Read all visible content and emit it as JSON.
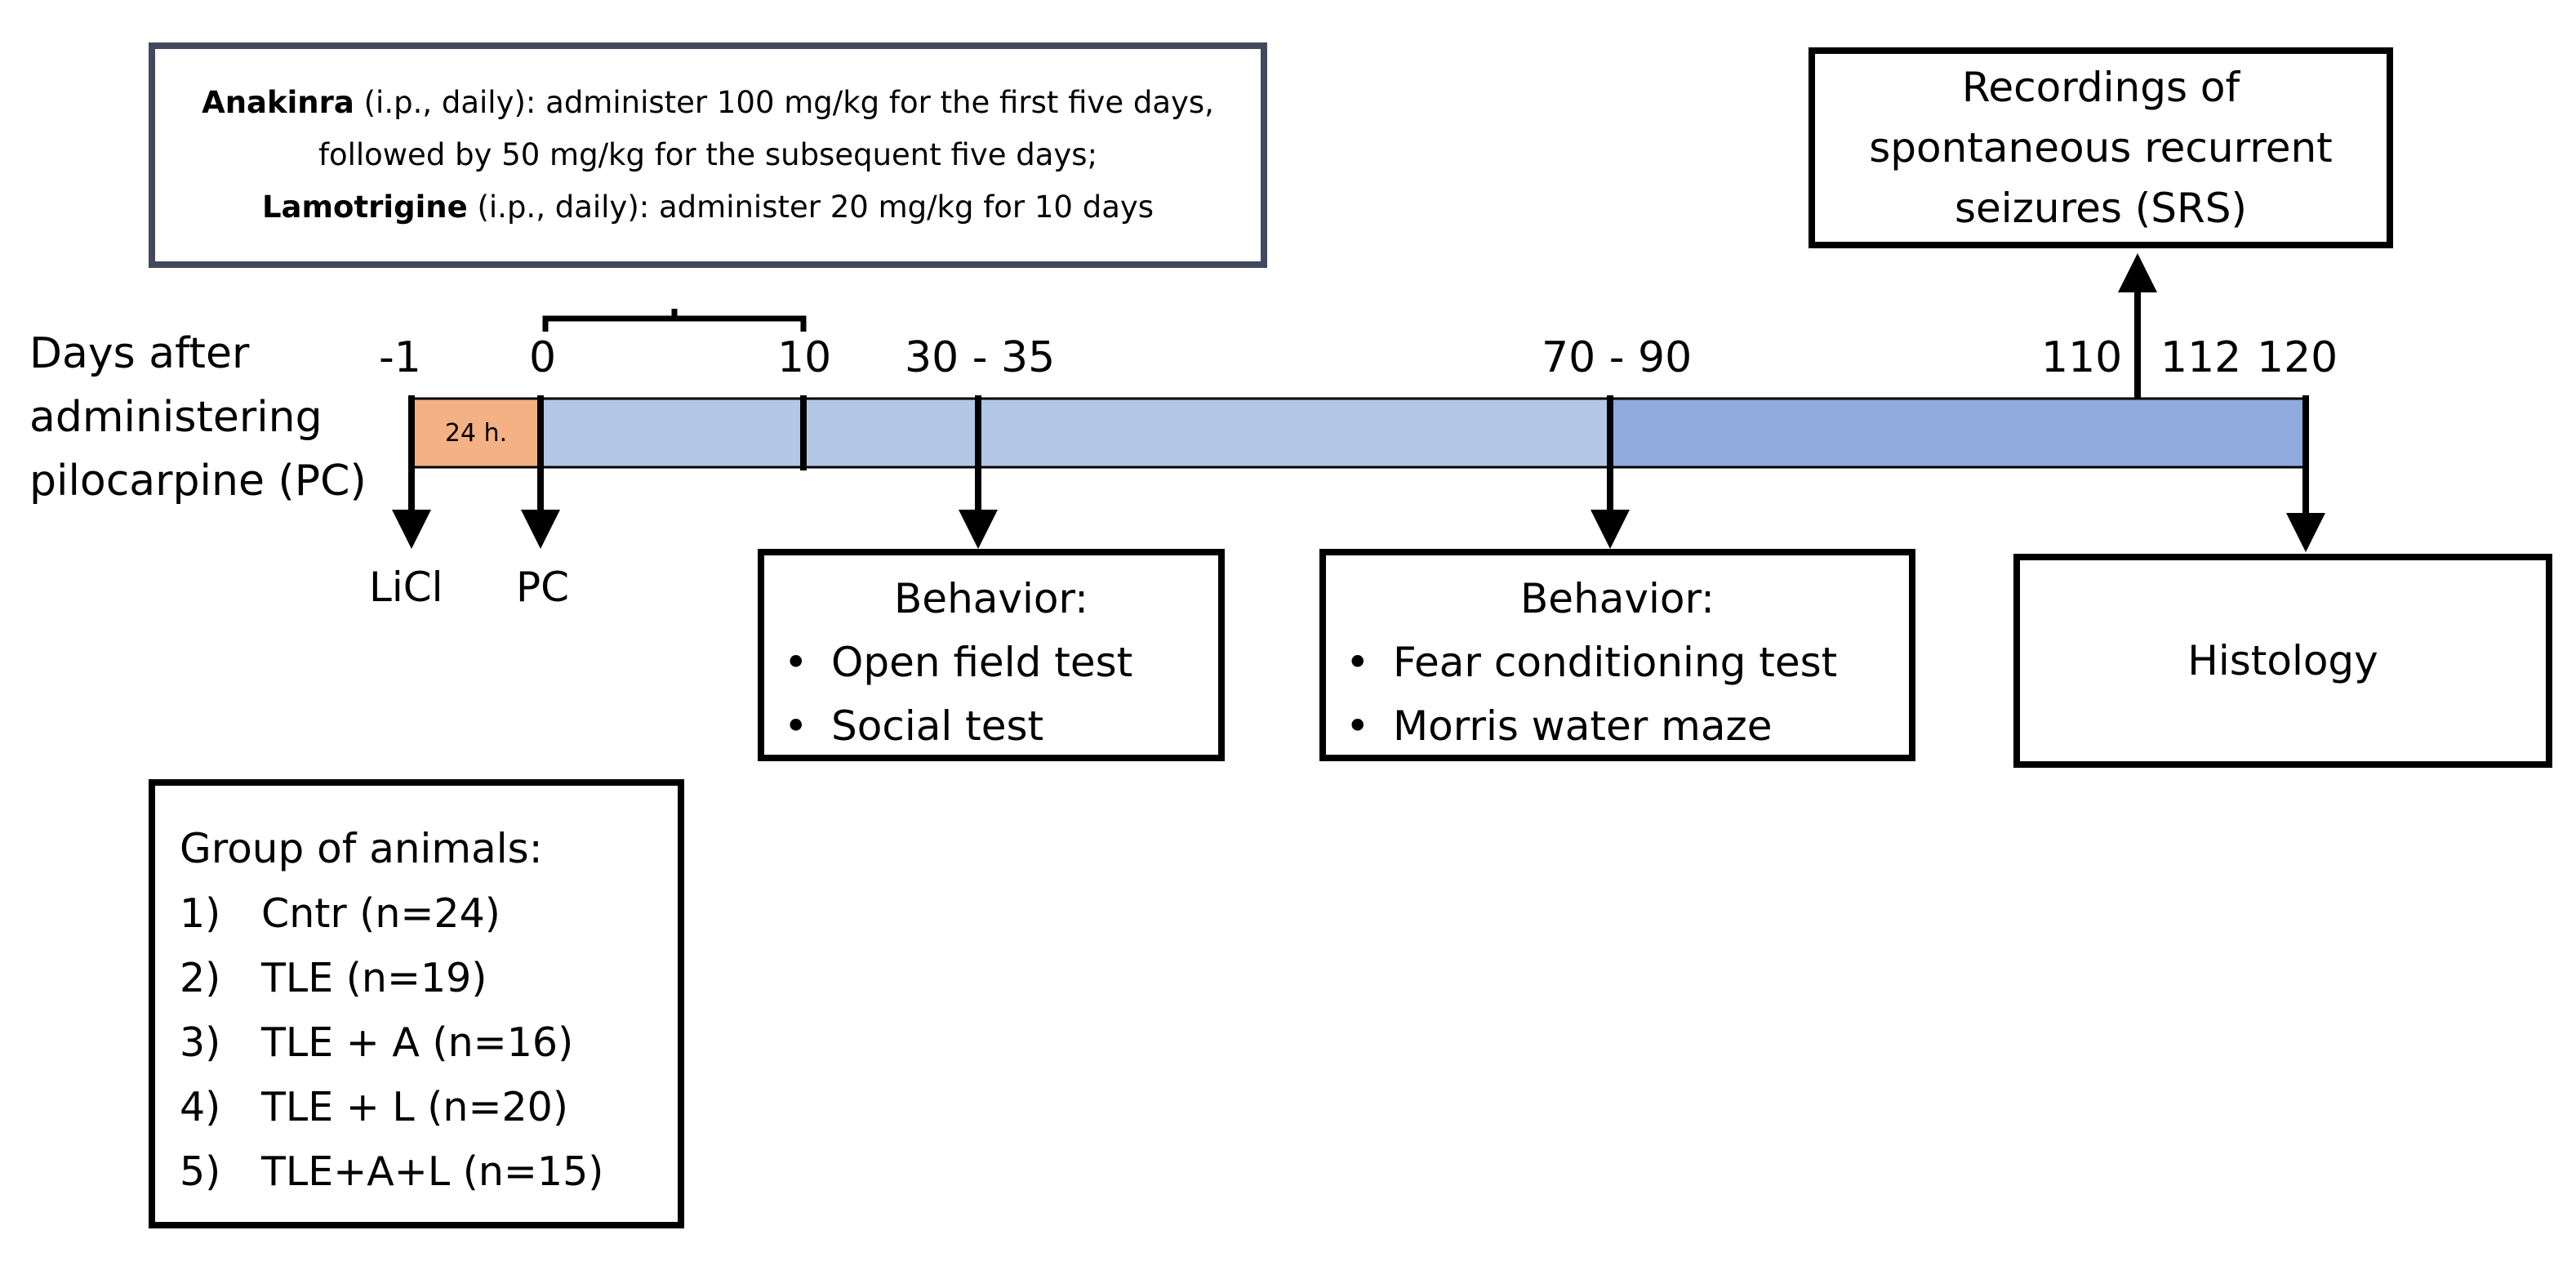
{
  "axis_label": [
    "Days after",
    "administering",
    "pilocarpine (PC)"
  ],
  "ticks": [
    "-1",
    "0",
    "10",
    "30 - 35",
    "70 - 90",
    "110",
    "112",
    "120"
  ],
  "segment_label": "24 h.",
  "events": {
    "licl": "LiCl",
    "pc": "PC"
  },
  "treatment": {
    "anakinra_name": "Anakinra",
    "anakinra_text": " (i.p., daily): administer 100 mg/kg for the first five days, followed by 50 mg/kg for the subsequent five days;",
    "lamotrigine_name": "Lamotrigine",
    "lamotrigine_text": " (i.p., daily):  administer 20 mg/kg for 10 days"
  },
  "srs_box": {
    "lines": [
      "Recordings of",
      "spontaneous recurrent",
      "seizures (SRS)"
    ]
  },
  "behavior1": {
    "title": "Behavior:",
    "items": [
      "Open field test",
      "Social test"
    ]
  },
  "behavior2": {
    "title": "Behavior:",
    "items": [
      "Fear conditioning test",
      "Morris water maze"
    ]
  },
  "histology": "Histology",
  "bullet": "•",
  "groups": {
    "title": "Group of animals:",
    "items": [
      {
        "num": "1)",
        "label": "Cntr (n=24)"
      },
      {
        "num": "2)",
        "label": "TLE (n=19)"
      },
      {
        "num": "3)",
        "label": "TLE + A (n=16)"
      },
      {
        "num": "4)",
        "label": "TLE + L (n=20)"
      },
      {
        "num": "5)",
        "label": "TLE+A+L (n=15)"
      }
    ]
  },
  "colors": {
    "pre_segment": "#f4b183",
    "light_segment": "#b4c7e7",
    "dark_segment": "#8faadc",
    "dose_border": "#404a5c"
  }
}
